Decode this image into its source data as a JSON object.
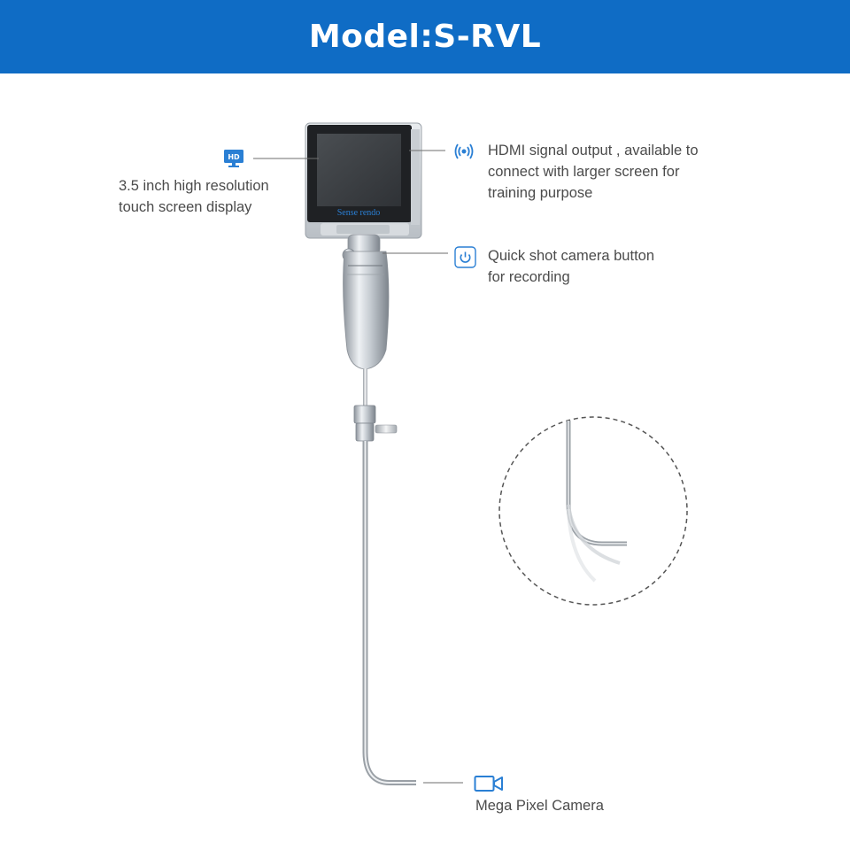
{
  "header": {
    "title": "Model:S-RVL"
  },
  "device": {
    "screen_brand": "Sense rendo"
  },
  "callouts": {
    "display": {
      "icon": "hd-monitor-icon",
      "text": "3.5 inch high resolution\ntouch screen display"
    },
    "hdmi": {
      "icon": "signal-broadcast-icon",
      "text": "HDMI signal output , available to\n connect with larger screen for\ntraining purpose"
    },
    "button": {
      "icon": "power-button-icon",
      "text": "Quick shot camera button\nfor recording"
    },
    "camera": {
      "icon": "video-camera-icon",
      "text": "Mega Pixel Camera"
    }
  },
  "colors": {
    "header_bg": "#0f6cc5",
    "accent": "#2a7fd4",
    "text": "#4b4b4b"
  }
}
